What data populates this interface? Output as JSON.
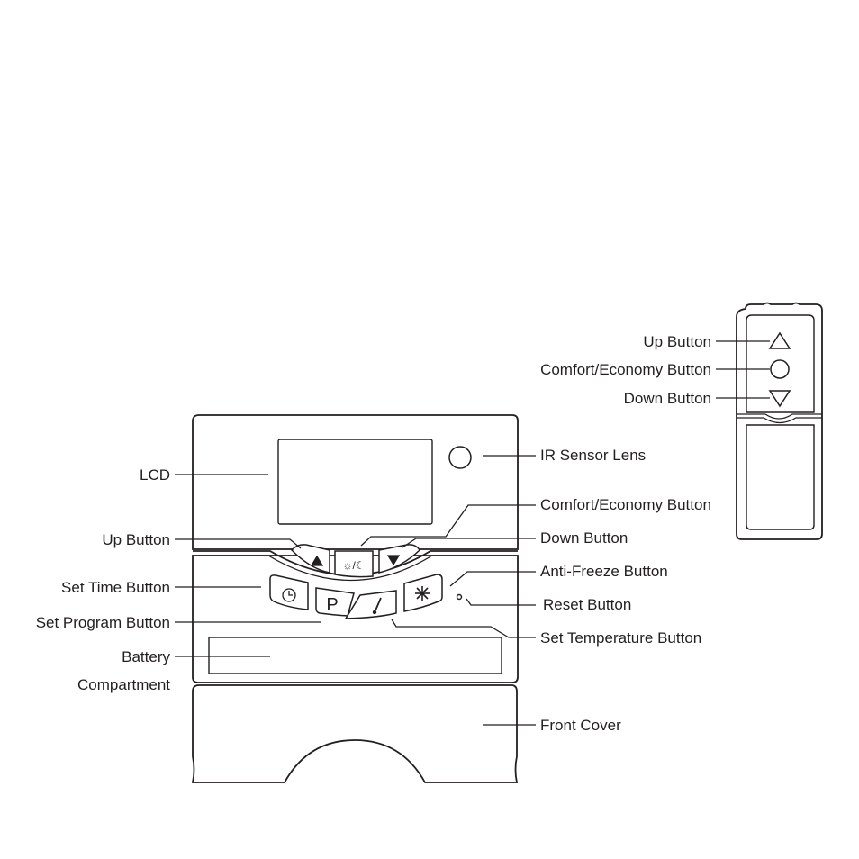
{
  "remote": {
    "labels": {
      "up": "Up Button",
      "comfort": "Comfort/Economy Button",
      "down": "Down Button"
    }
  },
  "thermostat": {
    "labels": {
      "lcd": "LCD",
      "ir": "IR Sensor Lens",
      "comfort": "Comfort/Economy Button",
      "up": "Up Button",
      "down": "Down Button",
      "set_time": "Set Time Button",
      "anti_freeze": "Anti-Freeze Button",
      "reset": "Reset Button",
      "set_program": "Set Program Button",
      "set_temp": "Set Temperature Button",
      "battery_line1": "Battery",
      "battery_line2": "Compartment",
      "front_cover": "Front Cover"
    },
    "button_glyphs": {
      "program": "P",
      "sun_moon": "☼/☾"
    }
  },
  "colors": {
    "line": "#231f20",
    "background": "#ffffff"
  },
  "icons": [
    "up-triangle-icon",
    "circle-icon",
    "down-triangle-icon",
    "clock-icon",
    "thermometer-icon",
    "snowflake-icon",
    "sun-moon-icon"
  ]
}
